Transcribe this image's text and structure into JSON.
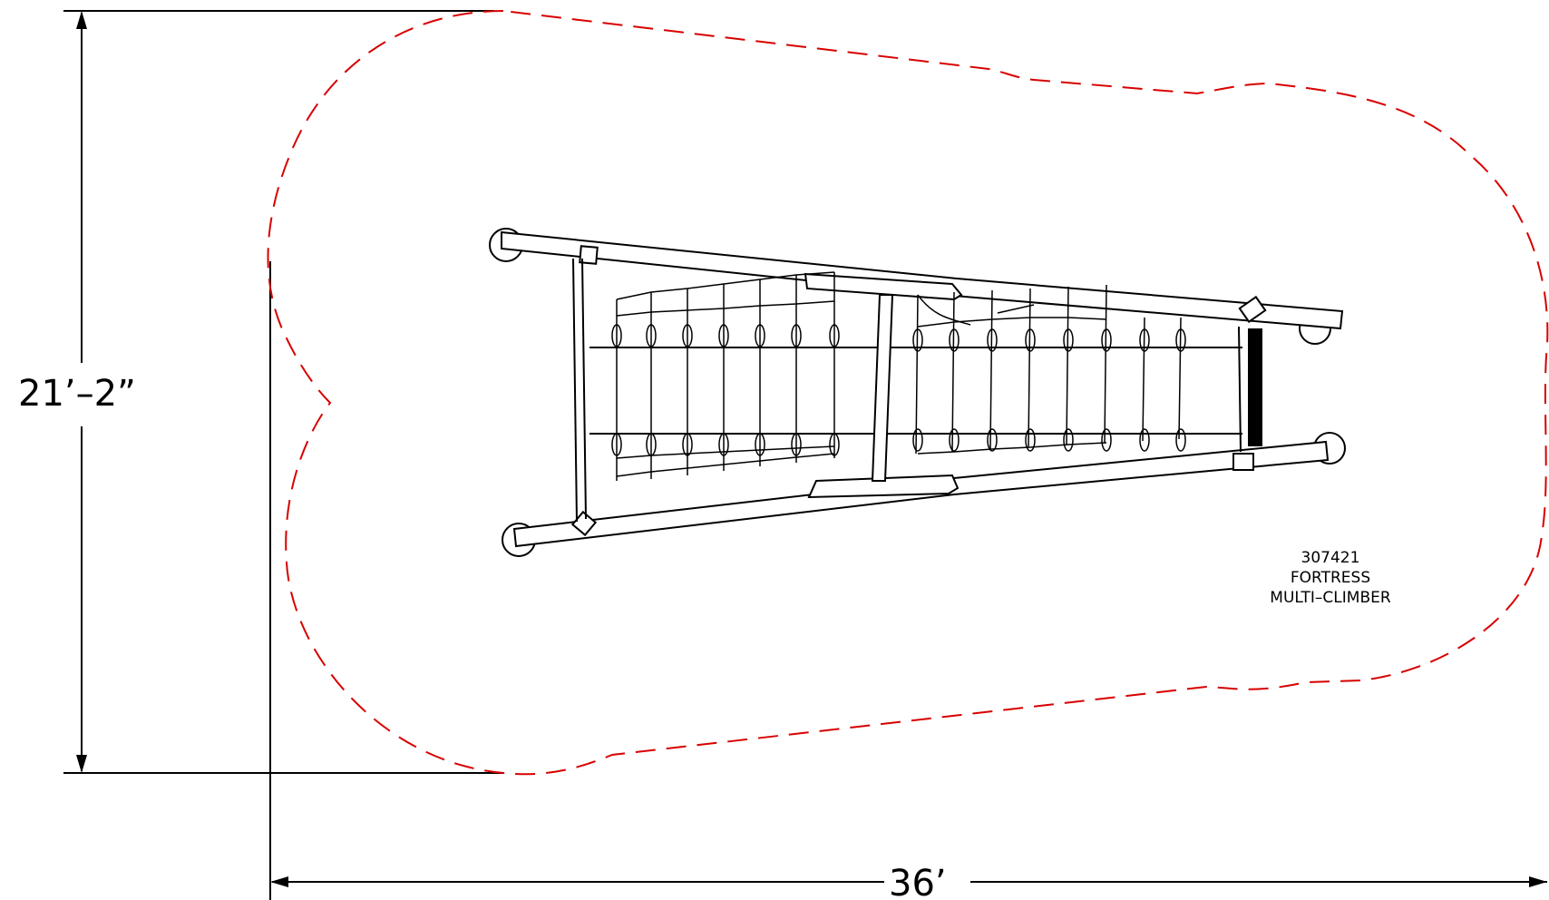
{
  "dimensions": {
    "height_label": "21’–2”",
    "width_label": "36’"
  },
  "product": {
    "number": "307421",
    "name_line1": "FORTRESS",
    "name_line2": "MULTI–CLIMBER"
  },
  "colors": {
    "use_zone": "#d80000",
    "linework": "#000000"
  }
}
